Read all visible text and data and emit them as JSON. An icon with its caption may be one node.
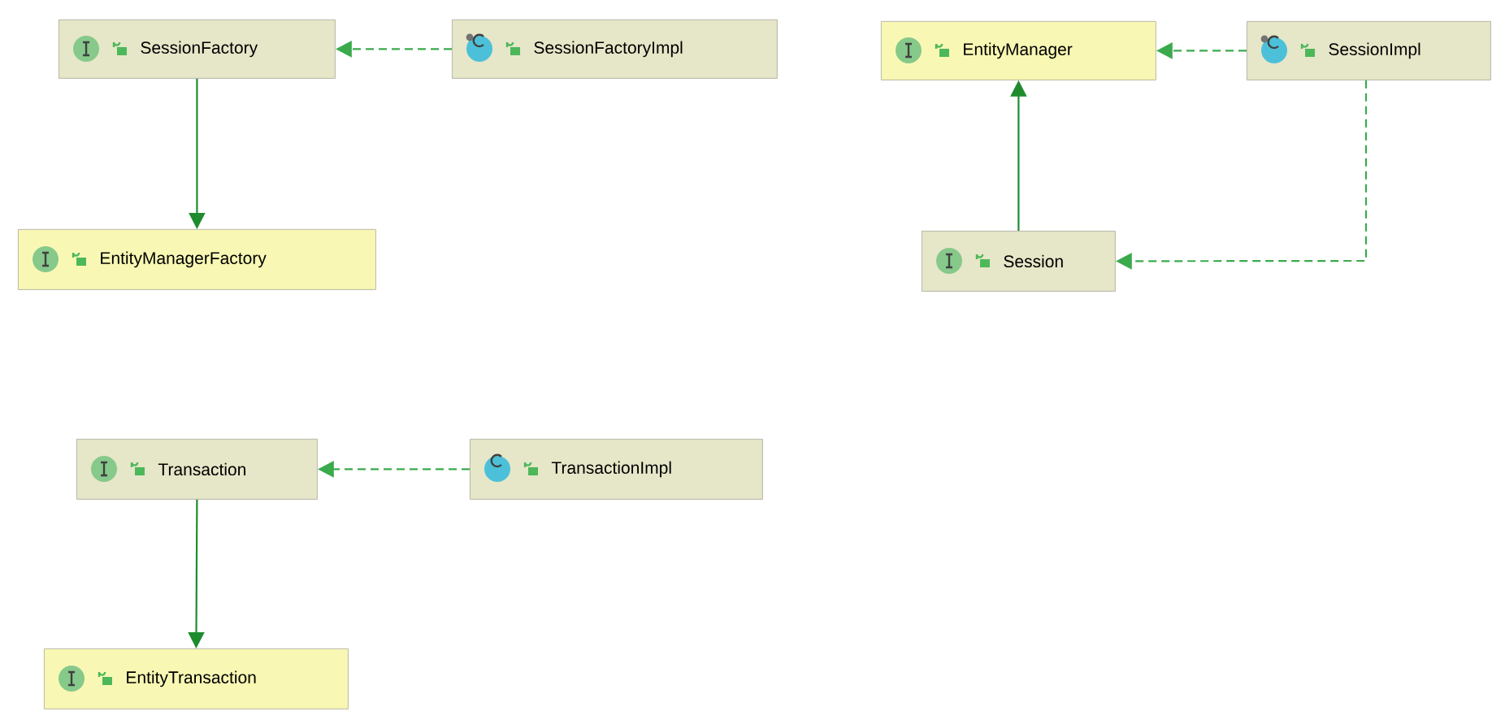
{
  "diagram": {
    "nodes": [
      {
        "text": [
          "SessionFactory"
        ]
      },
      {
        "text": [
          "SessionFactoryImpl"
        ]
      },
      {
        "text": [
          "EntityManager"
        ]
      },
      {
        "text": [
          "SessionImpl"
        ]
      },
      {
        "text": [
          "EntityManagerFactory"
        ]
      },
      {
        "text": [
          "Session"
        ]
      },
      {
        "text": [
          "Transaction"
        ]
      },
      {
        "text": [
          "TransactionImpl"
        ]
      },
      {
        "text": [
          "EntityTransaction"
        ]
      }
    ],
    "edges": [
      {
        "from": 1,
        "to": 0,
        "arrow": "to",
        "style": "dashed"
      },
      {
        "from": 0,
        "to": 4,
        "arrow": "to"
      },
      {
        "from": 3,
        "to": 2,
        "arrow": "to",
        "style": "dashed"
      },
      {
        "from": 5,
        "to": 2,
        "arrow": "to"
      },
      {
        "from": 3,
        "to": 5,
        "arrow": "to",
        "style": "dashed"
      },
      {
        "from": 7,
        "to": 6,
        "arrow": "to",
        "style": "dashed"
      },
      {
        "from": 6,
        "to": 8,
        "arrow": "to"
      }
    ]
  }
}
